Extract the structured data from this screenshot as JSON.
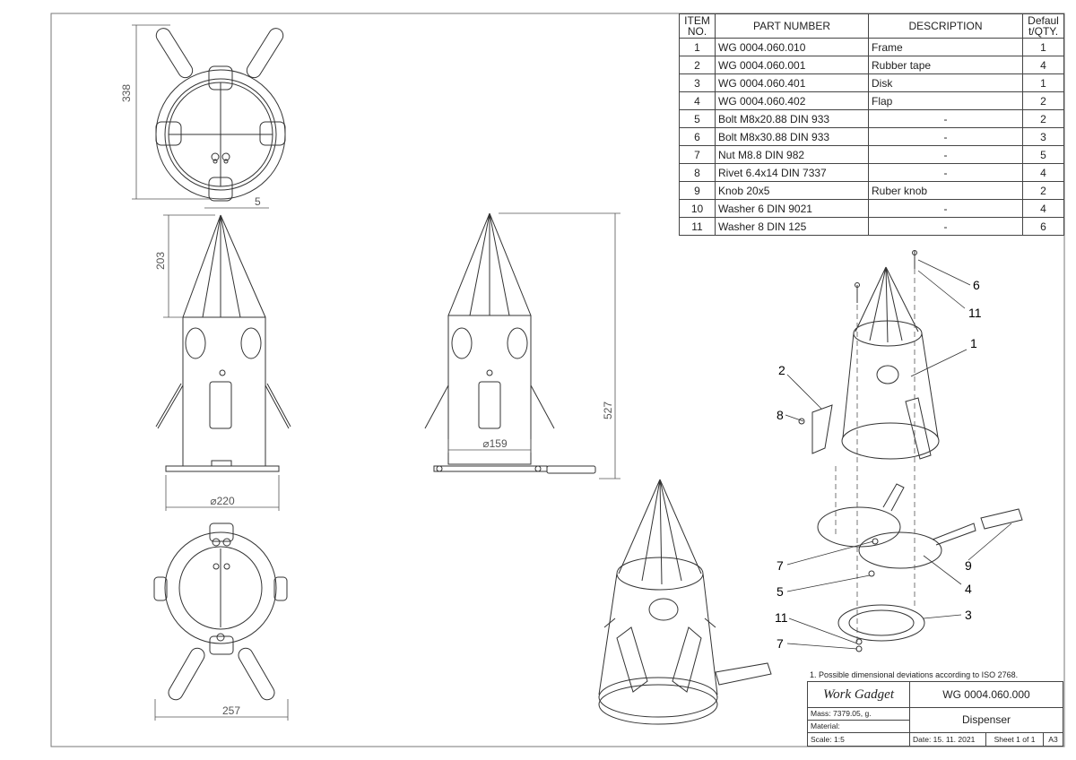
{
  "bom": {
    "headers": {
      "item": [
        "ITEM",
        "NO."
      ],
      "part": "PART NUMBER",
      "desc": "DESCRIPTION",
      "qty": [
        "Defaul",
        "t/QTY."
      ]
    },
    "rows": [
      {
        "no": "1",
        "part": "WG 0004.060.010",
        "desc": "Frame",
        "qty": "1"
      },
      {
        "no": "2",
        "part": "WG 0004.060.001",
        "desc": "Rubber tape",
        "qty": "4"
      },
      {
        "no": "3",
        "part": "WG 0004.060.401",
        "desc": "Disk",
        "qty": "1"
      },
      {
        "no": "4",
        "part": "WG 0004.060.402",
        "desc": "Flap",
        "qty": "2"
      },
      {
        "no": "5",
        "part": "Bolt M8x20.88 DIN 933",
        "desc": "-",
        "qty": "2"
      },
      {
        "no": "6",
        "part": "Bolt M8x30.88 DIN 933",
        "desc": "-",
        "qty": "3"
      },
      {
        "no": "7",
        "part": "Nut M8.8 DIN 982",
        "desc": "-",
        "qty": "5"
      },
      {
        "no": "8",
        "part": "Rivet 6.4x14 DIN 7337",
        "desc": "-",
        "qty": "4"
      },
      {
        "no": "9",
        "part": "Knob 20x5",
        "desc": "Ruber knob",
        "qty": "2"
      },
      {
        "no": "10",
        "part": "Washer 6 DIN 9021",
        "desc": "-",
        "qty": "4"
      },
      {
        "no": "11",
        "part": "Washer 8 DIN 125",
        "desc": "-",
        "qty": "6"
      }
    ]
  },
  "dimensions": {
    "top_height": "338",
    "wall": "5",
    "cone_height": "203",
    "base_dia": "⌀220",
    "inner_dia": "⌀159",
    "total_height": "527",
    "bottom_width": "257"
  },
  "balloons": [
    "6",
    "11",
    "1",
    "2",
    "8",
    "7",
    "5",
    "11",
    "7",
    "9",
    "4",
    "3"
  ],
  "title_block": {
    "note": "1. Possible dimensional deviations according to ISO 2768.",
    "company": "Work Gadget",
    "drawing_number": "WG 0004.060.000",
    "mass": "Mass: 7379.05, g.",
    "material": "Material:",
    "title": "Dispenser",
    "scale": "Scale: 1:5",
    "date": "Date: 15. 11. 2021",
    "sheet": "Sheet 1 of 1",
    "size": "A3"
  }
}
